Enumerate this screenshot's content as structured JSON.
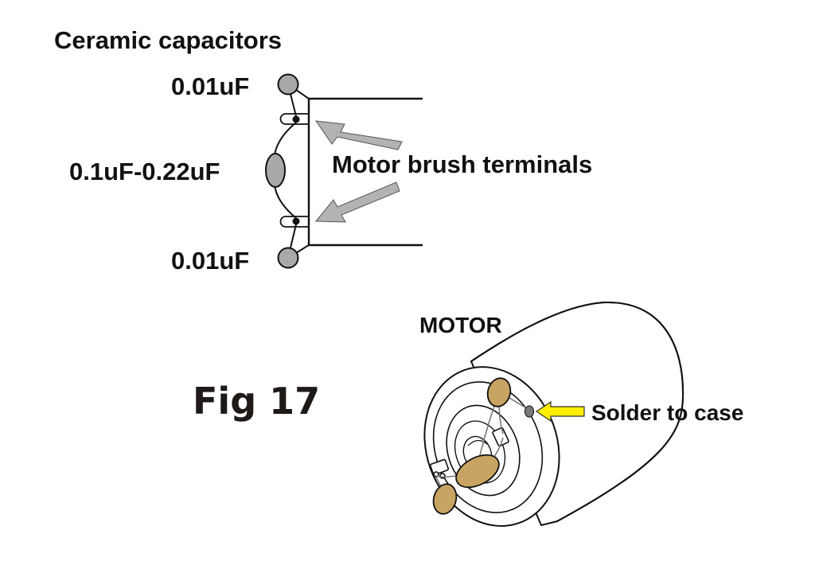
{
  "labels": {
    "title": "Ceramic capacitors",
    "cap_top": "0.01uF",
    "cap_middle": "0.1uF-0.22uF",
    "cap_bottom": "0.01uF",
    "brush_terminals": "Motor brush terminals",
    "motor": "MOTOR",
    "figure": "Fig 17",
    "solder": "Solder to case"
  },
  "colors": {
    "capacitor_grey": "#a9a9a9",
    "arrow_grey": "#b3b3b3",
    "capacitor_tan": "#c8a463",
    "solder_arrow": "#ffee00",
    "line": "#111111"
  },
  "icons": {
    "ceramic_capacitor": "disc-capacitor-icon",
    "pointer_arrow": "arrow-icon"
  }
}
